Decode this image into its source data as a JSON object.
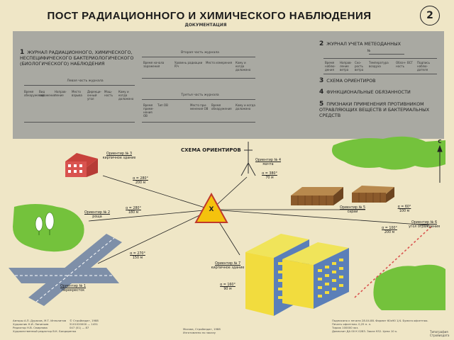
{
  "title": "ПОСТ РАДИАЦИОННОГО И ХИМИЧЕСКОГО НАБЛЮДЕНИЯ",
  "subtitle": "ДОКУМЕНТАЦИЯ",
  "page_number": "2",
  "doc_items": [
    {
      "num": "1",
      "text": "ЖУРНАЛ РАДИАЦИОННОГО, ХИМИЧЕСКОГО, НЕСПЕЦИФИЧЕСКОГО БАКТЕРИОЛОГИЧЕСКОГО (БИОЛОГИЧЕСКОГО) НАБЛЮДЕНИЯ"
    },
    {
      "num": "2",
      "text": "ЖУРНАЛ УЧЕТА МЕТЕОДАННЫХ"
    },
    {
      "num": "3",
      "text": "СХЕМА ОРИЕНТИРОВ"
    },
    {
      "num": "4",
      "text": "ФУНКЦИОНАЛЬНЫЕ ОБЯЗАННОСТИ"
    },
    {
      "num": "5",
      "text": "ПРИЗНАКИ ПРИМЕНЕНИЯ ПРОТИВНИКОМ ОТРАВЛЯЮЩИХ ВЕЩЕСТВ И БАКТЕРИАЛЬНЫХ СРЕДСТВ"
    }
  ],
  "journal1": {
    "part_left": "Левая часть журнала",
    "part_second": "Вторая часть журнала",
    "part_third": "Третья часть журнала",
    "cols_left": [
      "Время обнаружения",
      "Вид заражения",
      "Направ­ление",
      "Место взрыва",
      "Дирекци­онный угол",
      "Мощ­ность",
      "Кому и когда доложено"
    ],
    "cols_second": [
      "Время начала заражения",
      "Уровень радиации Р/ч",
      "Место измерения",
      "Кому и когда доложено"
    ],
    "cols_third": [
      "Время приме­нения ОВ",
      "Тип ОВ",
      "Место при­менения ОВ",
      "Время обнаружения",
      "Кому и когда доложено"
    ]
  },
  "journal2": {
    "num_label": "№",
    "cols": [
      "Время наблю­дения",
      "Направ­ление ветра",
      "Ско­рость ветра",
      "Температура воздуха",
      "Облач­ность",
      "ВСГ",
      "Подпись наблю­дателя"
    ]
  },
  "scheme": {
    "title": "СХЕМА ОРИЕНТИРОВ",
    "north": "С",
    "center_symbol": "Х",
    "landmarks": [
      {
        "name": "Ориентир № 3",
        "desc": "кирпичное здание",
        "angle": "α = 280°",
        "dist": "200 м"
      },
      {
        "name": "Ориентир № 4",
        "desc": "мачта",
        "angle": "α = 380°",
        "dist": "70 м"
      },
      {
        "name": "Ориентир № 2",
        "desc": "роща",
        "angle": "α = 280°",
        "dist": "180 м"
      },
      {
        "name": "Ориентир № 5",
        "desc": "сараи",
        "angle": "α = 60°",
        "dist": "100 м"
      },
      {
        "name": "Ориентир № 6",
        "desc": "угол ограждения",
        "angle": "α = 100°",
        "dist": "200 м"
      },
      {
        "name": "Ориентир № 1",
        "desc": "перекресток",
        "angle": "α = 270°",
        "dist": "150 м"
      },
      {
        "name": "Ориентир № 7",
        "desc": "кирпичное здание",
        "angle": "α = 160°",
        "dist": "90 м"
      }
    ]
  },
  "footer": {
    "left": [
      "Авторы А.П. Дурасов, М.Т. Ипполитов",
      "Художник Н.И. Лапиньев",
      "Редактор Н.В. Смирнова",
      "Художественный редактор В.К. Бондаренко"
    ],
    "mid1": [
      "© Стройиздат, 1988",
      "5101020000 — 1451",
      "047 (01) — 87"
    ],
    "mid2": [
      "Москва, Стройиздат, 1988",
      "Изготовлено по заказу"
    ],
    "right": [
      "Подписано к печати 28.04.88. Формат 60х90 1/4. Бумага офсетная.",
      "Печать офсетная. 0,25 п. л.",
      "Тираж 100000 экз.",
      "Диапозит ДА 00 К 0283. Заказ 932. Цена 10 к."
    ],
    "stamp": [
      "Типография",
      "Стройиздата"
    ]
  },
  "colors": {
    "paper": "#efe6c6",
    "panel": "#a9a9a2",
    "vegetation": "#74c23c",
    "road": "#7e8fa8",
    "building_top": "#f0e45a",
    "building_side": "#f2dc3e",
    "block_face": "#5b7fb8",
    "brick": "#d9534f",
    "warn": "#f4c20d"
  }
}
